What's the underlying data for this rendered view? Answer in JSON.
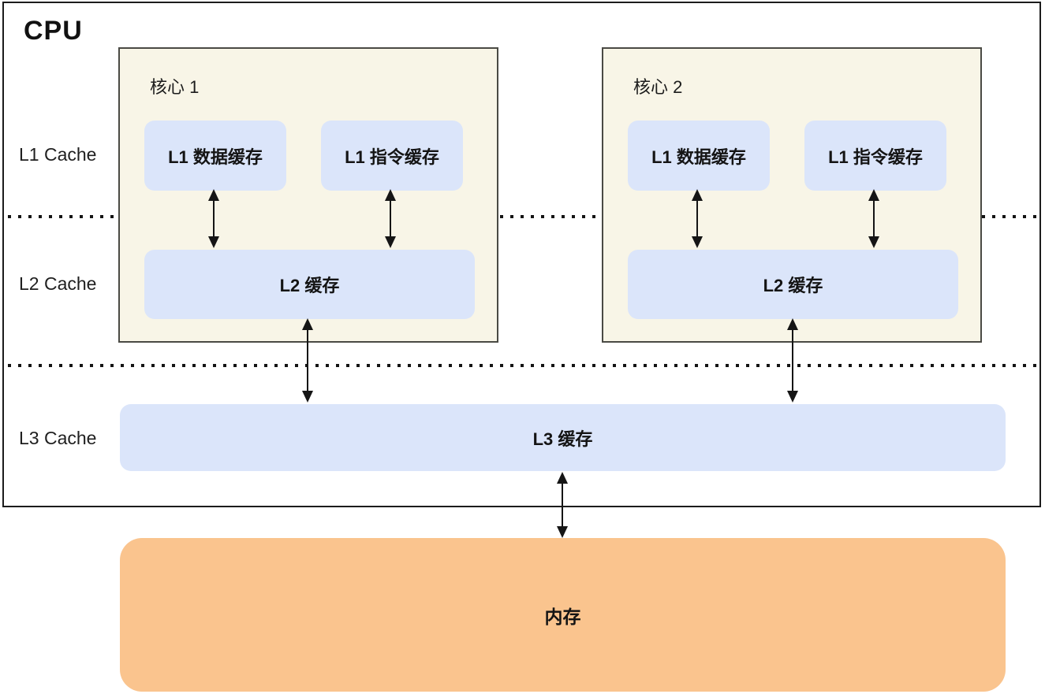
{
  "diagram": {
    "title": "CPU",
    "level_labels": {
      "l1": "L1 Cache",
      "l2": "L2 Cache",
      "l3": "L3 Cache"
    },
    "cores": [
      {
        "name": "核心 1",
        "l1_data_label": "L1 数据缓存",
        "l1_instruction_label": "L1 指令缓存",
        "l2_label": "L2 缓存"
      },
      {
        "name": "核心 2",
        "l1_data_label": "L1 数据缓存",
        "l1_instruction_label": "L1 指令缓存",
        "l2_label": "L2 缓存"
      }
    ],
    "l3_label": "L3 缓存",
    "memory_label": "内存",
    "colors": {
      "core_background": "#F8F5E7",
      "cache_fill": "#DBE5FA",
      "memory_fill": "#FAC48E",
      "line": "#151515",
      "cpu_border": "#1C1C1C"
    }
  }
}
